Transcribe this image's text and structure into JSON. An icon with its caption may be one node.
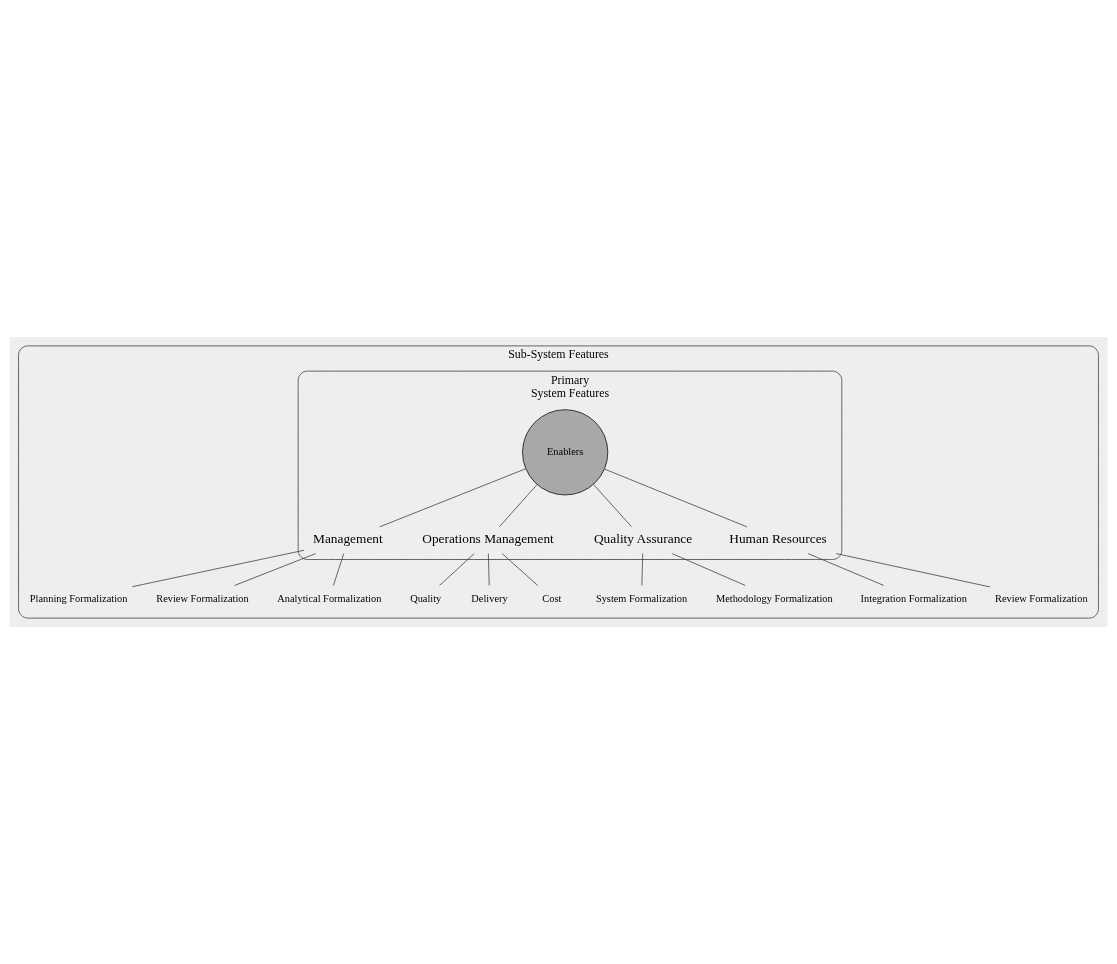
{
  "diagram": {
    "nodes": [
      {
        "text": [
          "Sub-System Features"
        ]
      },
      {
        "text": [
          "Primary",
          "System Features"
        ],
        "in": 0
      },
      {
        "text": [
          "Enablers"
        ],
        "in": 1
      },
      {
        "text": [
          "Management"
        ],
        "in": 1
      },
      {
        "text": [
          "Operations Management"
        ],
        "in": 1
      },
      {
        "text": [
          "Quality Assurance"
        ],
        "in": 1
      },
      {
        "text": [
          "Human Resources"
        ],
        "in": 1
      },
      {
        "text": [
          "Planning Formalization"
        ],
        "in": 0
      },
      {
        "text": [
          "Review Formalization"
        ],
        "in": 0
      },
      {
        "text": [
          "Analytical Formalization"
        ],
        "in": 0
      },
      {
        "text": [
          "Quality"
        ],
        "in": 0
      },
      {
        "text": [
          "Delivery"
        ],
        "in": 0
      },
      {
        "text": [
          "Cost"
        ],
        "in": 0
      },
      {
        "text": [
          "System Formalization"
        ],
        "in": 0
      },
      {
        "text": [
          "Methodology Formalization"
        ],
        "in": 0
      },
      {
        "text": [
          "Integration Formalization"
        ],
        "in": 0
      },
      {
        "text": [
          "Review Formalization"
        ],
        "in": 0
      }
    ],
    "edges": [
      {
        "from": 2,
        "to": 3,
        "arrow": "none"
      },
      {
        "from": 2,
        "to": 4,
        "arrow": "none"
      },
      {
        "from": 2,
        "to": 5,
        "arrow": "none"
      },
      {
        "from": 2,
        "to": 6,
        "arrow": "none"
      },
      {
        "from": 3,
        "to": 7,
        "arrow": "none"
      },
      {
        "from": 3,
        "to": 8,
        "arrow": "none"
      },
      {
        "from": 3,
        "to": 9,
        "arrow": "none"
      },
      {
        "from": 4,
        "to": 10,
        "arrow": "none"
      },
      {
        "from": 4,
        "to": 11,
        "arrow": "none"
      },
      {
        "from": 4,
        "to": 12,
        "arrow": "none"
      },
      {
        "from": 5,
        "to": 13,
        "arrow": "none"
      },
      {
        "from": 5,
        "to": 14,
        "arrow": "none"
      },
      {
        "from": 6,
        "to": 15,
        "arrow": "none"
      },
      {
        "from": 6,
        "to": 16,
        "arrow": "none"
      }
    ]
  }
}
